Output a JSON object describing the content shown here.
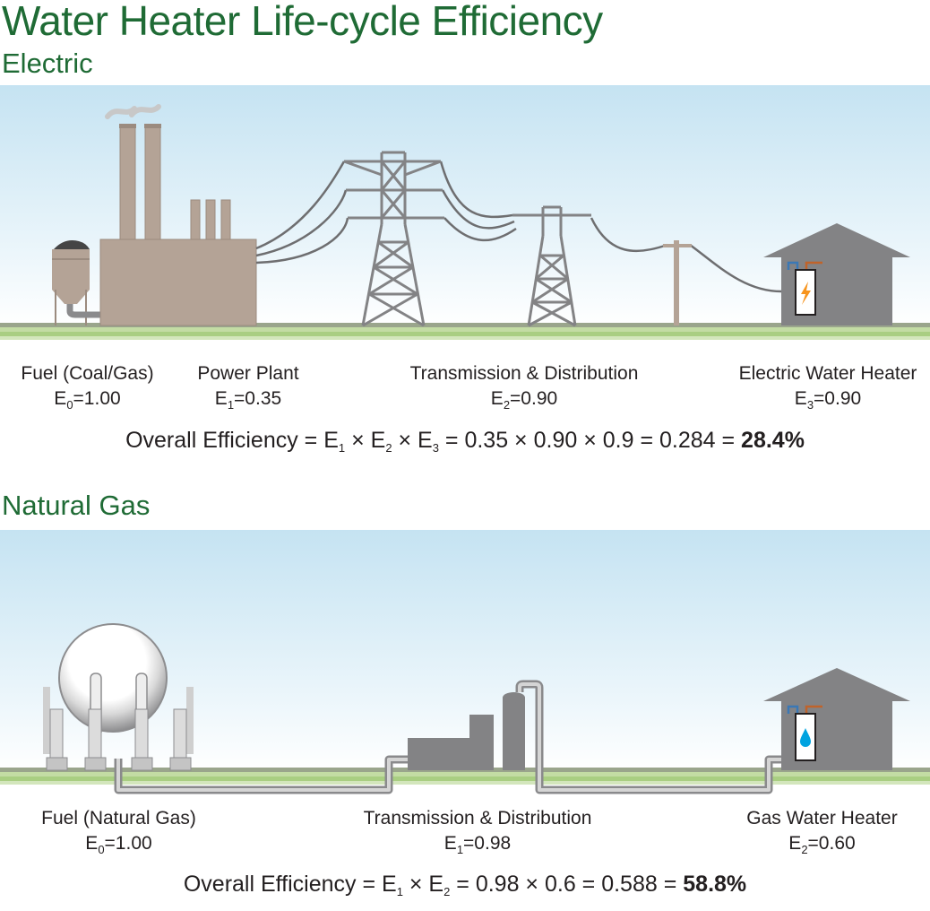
{
  "title": "Water Heater Life-cycle Efficiency",
  "electric": {
    "heading": "Electric",
    "stages": [
      {
        "name": "Fuel (Coal/Gas)",
        "eq_prefix": "E",
        "eq_sub": "0",
        "eq_value": "=1.00"
      },
      {
        "name": "Power Plant",
        "eq_prefix": "E",
        "eq_sub": "1",
        "eq_value": "=0.35"
      },
      {
        "name": "Transmission & Distribution",
        "eq_prefix": "E",
        "eq_sub": "2",
        "eq_value": "=0.90"
      },
      {
        "name": "Electric Water Heater",
        "eq_prefix": "E",
        "eq_sub": "3",
        "eq_value": "=0.90"
      }
    ],
    "formula": {
      "lead": "Overall Efficiency = E",
      "s1": "1",
      "t1": " × E",
      "s2": "2",
      "t2": " × E",
      "s3": "3",
      "t3": " = 0.35 × 0.90 × 0.9 = 0.284 = ",
      "result": "28.4%"
    }
  },
  "gas": {
    "heading": "Natural Gas",
    "stages": [
      {
        "name": "Fuel (Natural Gas)",
        "eq_prefix": "E",
        "eq_sub": "0",
        "eq_value": "=1.00"
      },
      {
        "name": "Transmission & Distribution",
        "eq_prefix": "E",
        "eq_sub": "1",
        "eq_value": "=0.98"
      },
      {
        "name": "Gas Water Heater",
        "eq_prefix": "E",
        "eq_sub": "2",
        "eq_value": "=0.60"
      }
    ],
    "formula": {
      "lead": "Overall Efficiency = E",
      "s1": "1",
      "t1": " × E",
      "s2": "2",
      "t2": " = 0.98 × 0.6 = 0.588 = ",
      "result": "58.8%"
    }
  },
  "colors": {
    "title_green": "#1f6b35",
    "sky_top": "#c5e3f2",
    "sky_bottom": "#ffffff",
    "ground": "#a5cc7a",
    "building_tan": "#b4a396",
    "structure_gray": "#838385",
    "heater_flame": "#f7941d",
    "water_drop": "#00a3e0"
  },
  "icons": [
    "lightning-icon",
    "water-drop-icon"
  ]
}
